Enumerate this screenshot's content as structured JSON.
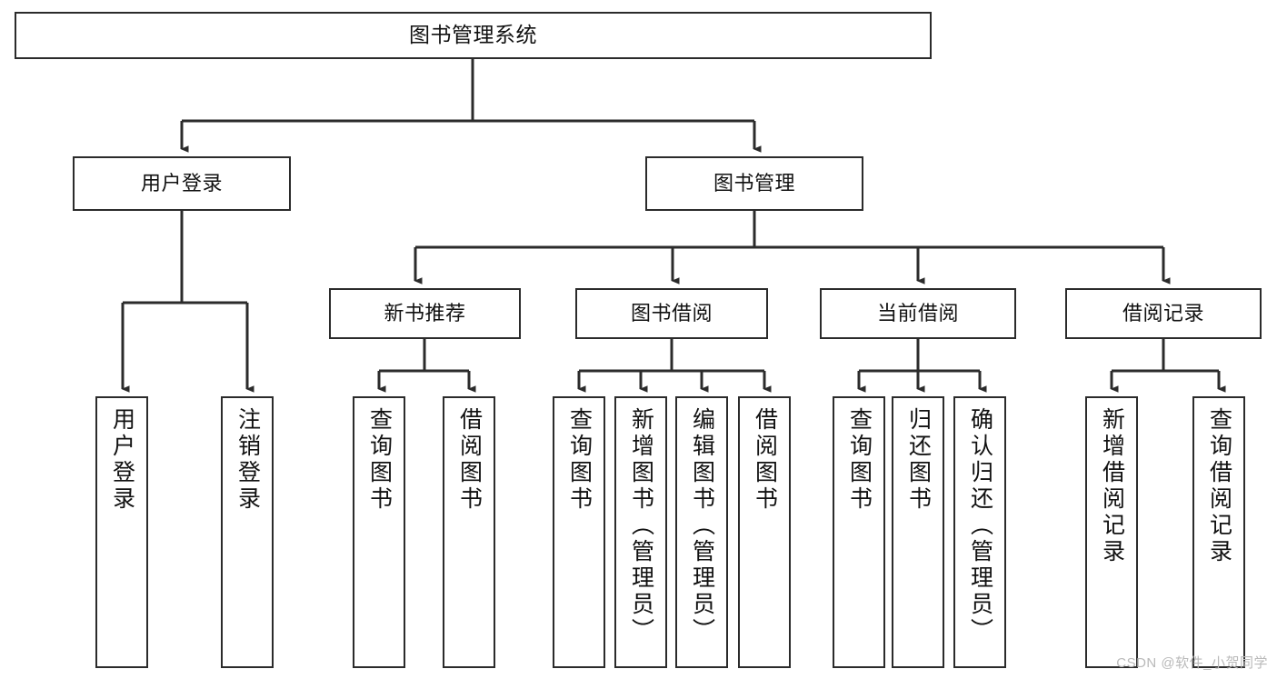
{
  "diagram": {
    "title": "图书管理系统",
    "type": "功能结构图",
    "stroke_color": "#2b2b2b",
    "fill_color": "#ffffff",
    "text_color": "#111111"
  },
  "root": {
    "label": "图书管理系统"
  },
  "level2": [
    {
      "label": "用户登录"
    },
    {
      "label": "图书管理"
    }
  ],
  "level3": [
    {
      "label": "新书推荐"
    },
    {
      "label": "图书借阅"
    },
    {
      "label": "当前借阅"
    },
    {
      "label": "借阅记录"
    }
  ],
  "leaves": {
    "user_login": [
      {
        "label": "用户登录"
      },
      {
        "label": "注销登录"
      }
    ],
    "new_book_recommend": [
      {
        "label": "查询图书"
      },
      {
        "label": "借阅图书"
      }
    ],
    "book_borrow": [
      {
        "label": "查询图书"
      },
      {
        "label": "新增图书（管理员）"
      },
      {
        "label": "编辑图书（管理员）"
      },
      {
        "label": "借阅图书"
      }
    ],
    "current_borrow": [
      {
        "label": "查询图书"
      },
      {
        "label": "归还图书"
      },
      {
        "label": "确认归还（管理员）"
      }
    ],
    "borrow_record": [
      {
        "label": "新增借阅记录"
      },
      {
        "label": "查询借阅记录"
      }
    ]
  },
  "watermark": {
    "text": "CSDN @软件_小贺同学"
  }
}
